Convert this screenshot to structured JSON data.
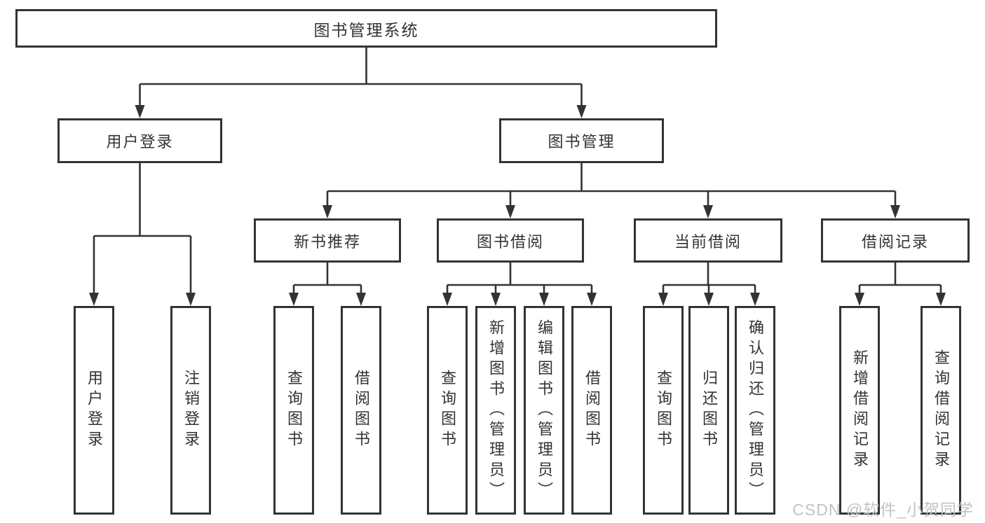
{
  "diagram": {
    "root": {
      "label": "图书管理系统"
    },
    "level2": [
      {
        "label": "用户登录"
      },
      {
        "label": "图书管理"
      }
    ],
    "level3": [
      {
        "label": "新书推荐",
        "parent": "图书管理"
      },
      {
        "label": "图书借阅",
        "parent": "图书管理"
      },
      {
        "label": "当前借阅",
        "parent": "图书管理"
      },
      {
        "label": "借阅记录",
        "parent": "图书管理"
      }
    ],
    "leaves": [
      {
        "label": "用户登录",
        "parent": "用户登录"
      },
      {
        "label": "注销登录",
        "parent": "用户登录"
      },
      {
        "label": "查询图书",
        "parent": "新书推荐"
      },
      {
        "label": "借阅图书",
        "parent": "新书推荐"
      },
      {
        "label": "查询图书",
        "parent": "图书借阅"
      },
      {
        "label": "新增图书（管理员）",
        "parent": "图书借阅"
      },
      {
        "label": "编辑图书（管理员）",
        "parent": "图书借阅"
      },
      {
        "label": "借阅图书",
        "parent": "图书借阅"
      },
      {
        "label": "查询图书",
        "parent": "当前借阅"
      },
      {
        "label": "归还图书",
        "parent": "当前借阅"
      },
      {
        "label": "确认归还（管理员）",
        "parent": "当前借阅"
      },
      {
        "label": "新增借阅记录",
        "parent": "借阅记录"
      },
      {
        "label": "查询借阅记录",
        "parent": "借阅记录"
      }
    ],
    "watermark": "CSDN @软件_小贺同学",
    "colors": {
      "line": "#333333",
      "text": "#333333",
      "background": "#ffffff",
      "watermark": "#c3c3c3"
    }
  }
}
